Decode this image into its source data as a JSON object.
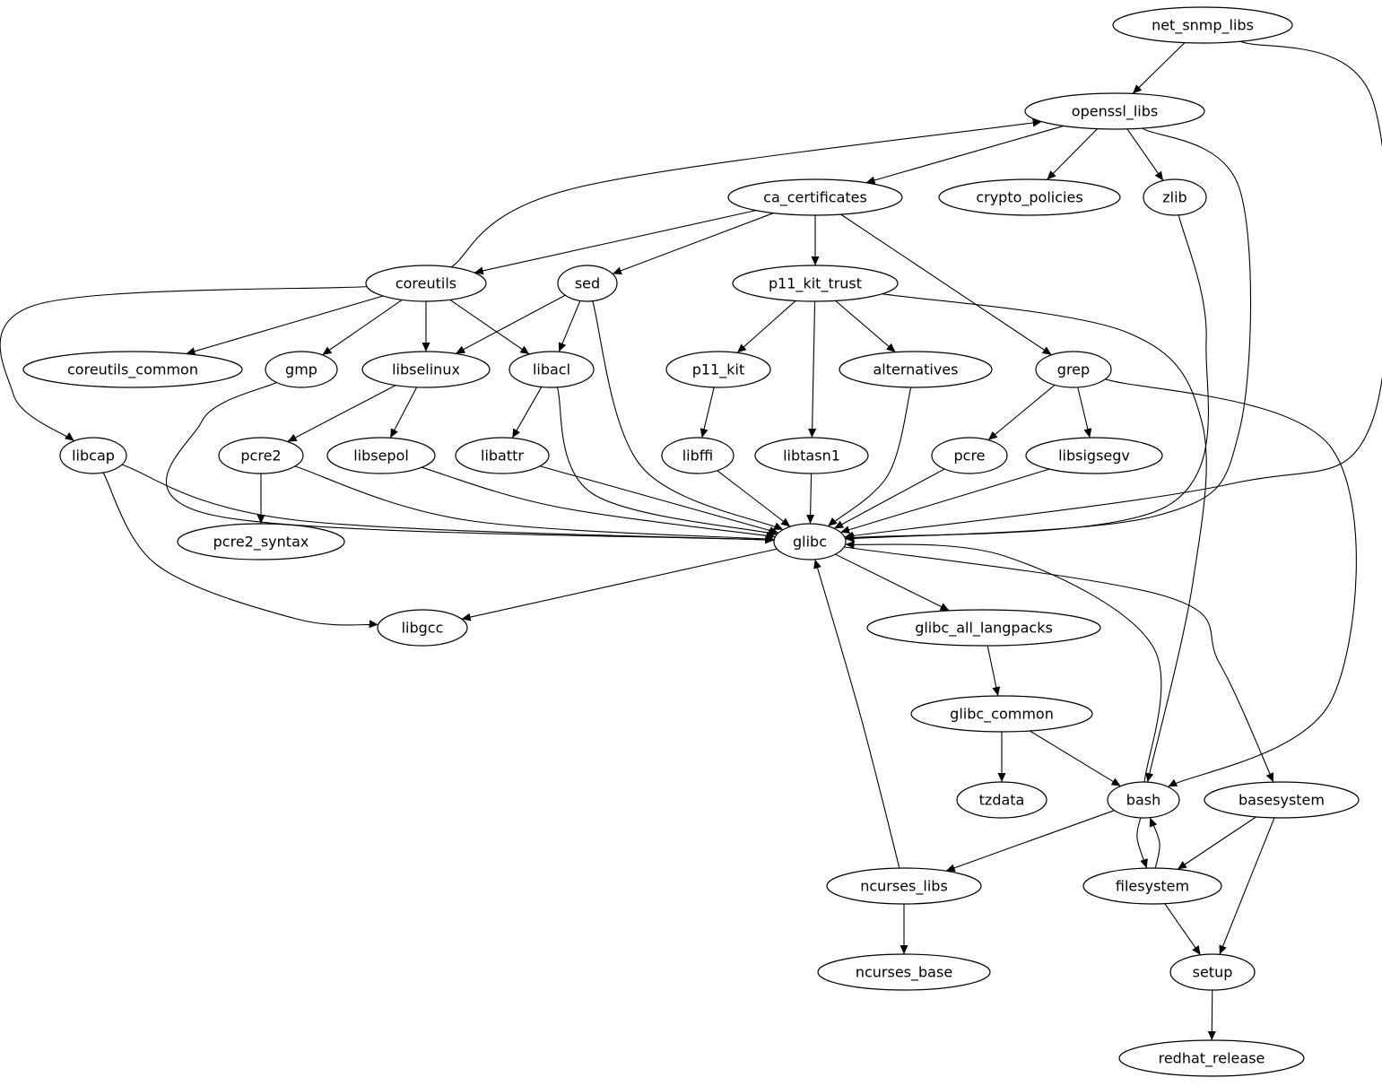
{
  "nodes": [
    "net_snmp_libs",
    "openssl_libs",
    "ca_certificates",
    "crypto_policies",
    "zlib",
    "coreutils",
    "sed",
    "p11_kit_trust",
    "coreutils_common",
    "gmp",
    "libselinux",
    "libacl",
    "p11_kit",
    "alternatives",
    "grep",
    "libcap",
    "pcre2",
    "libsepol",
    "libattr",
    "libffi",
    "libtasn1",
    "pcre",
    "libsigsegv",
    "pcre2_syntax",
    "glibc",
    "libgcc",
    "glibc_all_langpacks",
    "glibc_common",
    "tzdata",
    "bash",
    "basesystem",
    "ncurses_libs",
    "filesystem",
    "ncurses_base",
    "setup",
    "redhat_release"
  ],
  "edges": [
    [
      "net_snmp_libs",
      "openssl_libs"
    ],
    [
      "net_snmp_libs",
      "glibc"
    ],
    [
      "openssl_libs",
      "ca_certificates"
    ],
    [
      "openssl_libs",
      "crypto_policies"
    ],
    [
      "openssl_libs",
      "zlib"
    ],
    [
      "openssl_libs",
      "glibc"
    ],
    [
      "ca_certificates",
      "coreutils"
    ],
    [
      "ca_certificates",
      "sed"
    ],
    [
      "ca_certificates",
      "p11_kit_trust"
    ],
    [
      "ca_certificates",
      "grep"
    ],
    [
      "coreutils",
      "openssl_libs"
    ],
    [
      "coreutils",
      "coreutils_common"
    ],
    [
      "coreutils",
      "gmp"
    ],
    [
      "coreutils",
      "libselinux"
    ],
    [
      "coreutils",
      "libacl"
    ],
    [
      "coreutils",
      "libcap"
    ],
    [
      "sed",
      "libselinux"
    ],
    [
      "sed",
      "libacl"
    ],
    [
      "sed",
      "glibc"
    ],
    [
      "p11_kit_trust",
      "p11_kit"
    ],
    [
      "p11_kit_trust",
      "alternatives"
    ],
    [
      "p11_kit_trust",
      "libtasn1"
    ],
    [
      "p11_kit_trust",
      "bash"
    ],
    [
      "zlib",
      "glibc"
    ],
    [
      "gmp",
      "glibc"
    ],
    [
      "libselinux",
      "pcre2"
    ],
    [
      "libselinux",
      "libsepol"
    ],
    [
      "libacl",
      "libattr"
    ],
    [
      "libacl",
      "glibc"
    ],
    [
      "p11_kit",
      "libffi"
    ],
    [
      "alternatives",
      "glibc"
    ],
    [
      "grep",
      "pcre"
    ],
    [
      "grep",
      "libsigsegv"
    ],
    [
      "grep",
      "bash"
    ],
    [
      "libcap",
      "glibc"
    ],
    [
      "libcap",
      "libgcc"
    ],
    [
      "pcre2",
      "pcre2_syntax"
    ],
    [
      "pcre2",
      "glibc"
    ],
    [
      "libsepol",
      "glibc"
    ],
    [
      "libattr",
      "glibc"
    ],
    [
      "libffi",
      "glibc"
    ],
    [
      "libtasn1",
      "glibc"
    ],
    [
      "pcre",
      "glibc"
    ],
    [
      "libsigsegv",
      "glibc"
    ],
    [
      "glibc",
      "libgcc"
    ],
    [
      "glibc",
      "glibc_all_langpacks"
    ],
    [
      "glibc",
      "basesystem"
    ],
    [
      "glibc_all_langpacks",
      "glibc_common"
    ],
    [
      "glibc_common",
      "tzdata"
    ],
    [
      "glibc_common",
      "bash"
    ],
    [
      "bash",
      "glibc"
    ],
    [
      "bash",
      "ncurses_libs"
    ],
    [
      "bash",
      "filesystem"
    ],
    [
      "filesystem",
      "bash"
    ],
    [
      "filesystem",
      "setup"
    ],
    [
      "basesystem",
      "filesystem"
    ],
    [
      "basesystem",
      "setup"
    ],
    [
      "ncurses_libs",
      "glibc"
    ],
    [
      "ncurses_libs",
      "ncurses_base"
    ],
    [
      "setup",
      "redhat_release"
    ]
  ]
}
